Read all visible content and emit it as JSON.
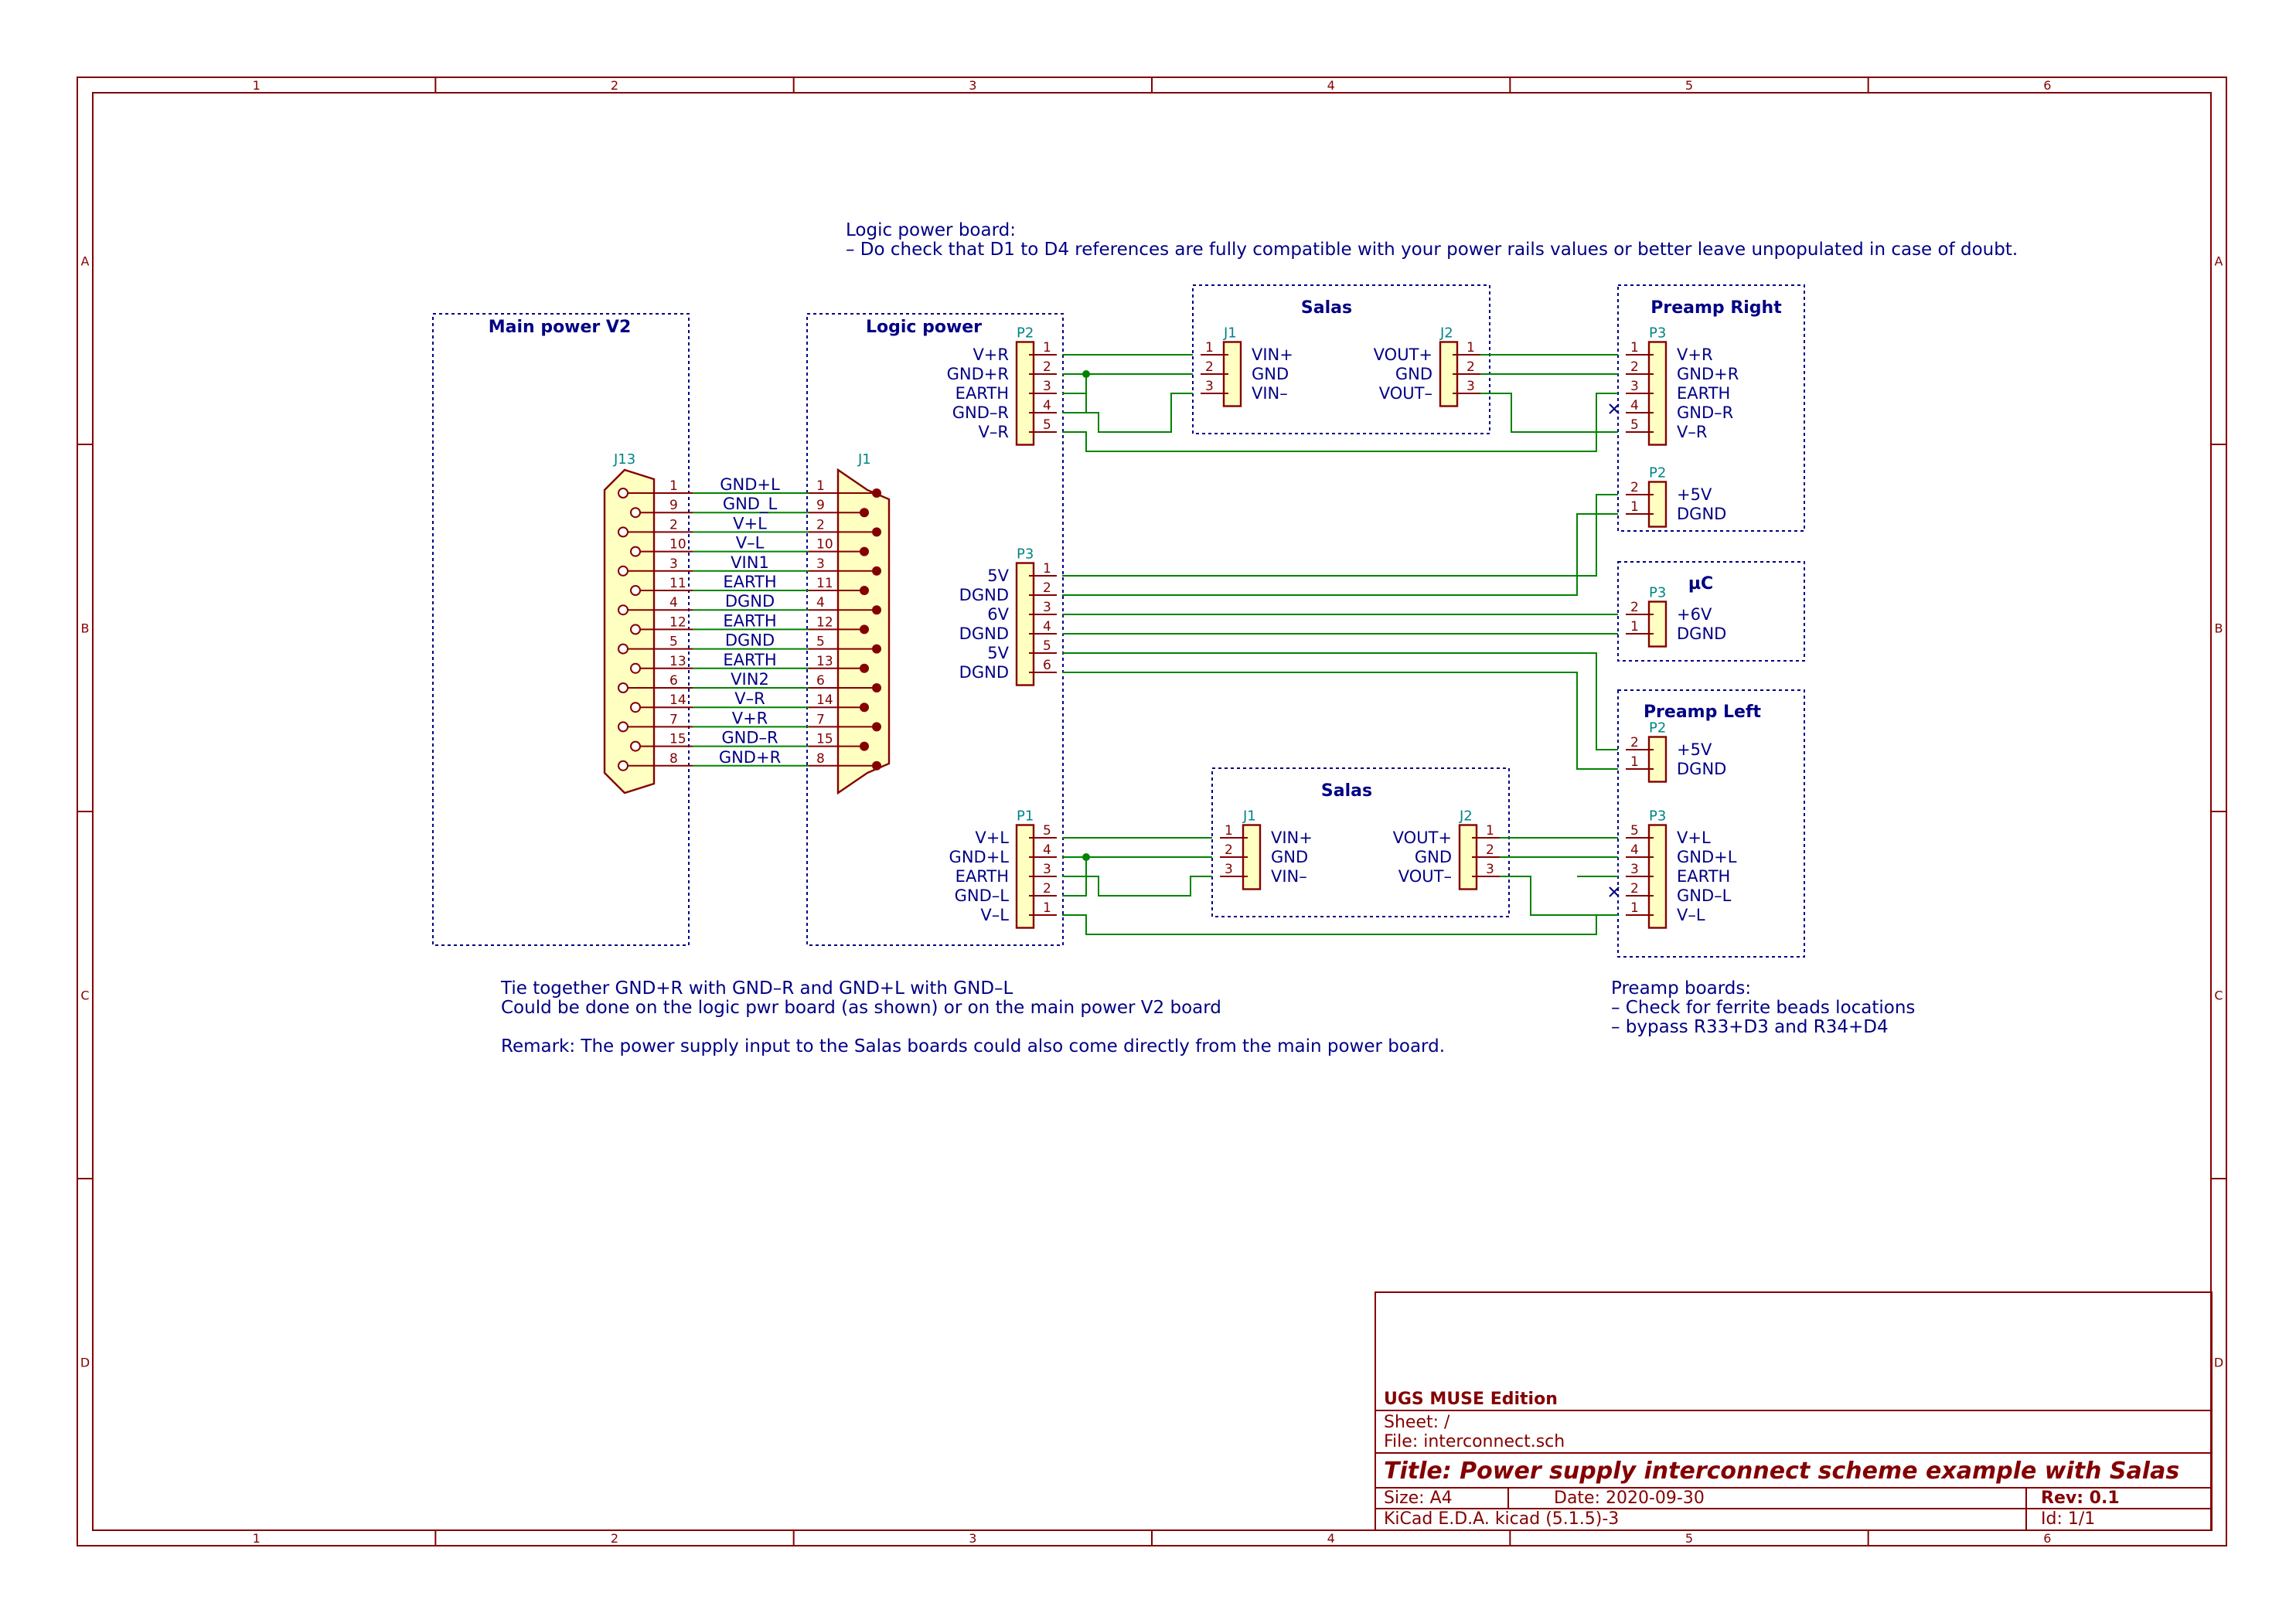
{
  "frame": {
    "columns": [
      "1",
      "2",
      "3",
      "4",
      "5",
      "6"
    ],
    "rows": [
      "A",
      "B",
      "C",
      "D"
    ]
  },
  "notes": {
    "logic_title": "Logic power board:",
    "logic_line": "– Do check that D1 to D4 references are fully compatible with your power rails values or better leave unpopulated in case of doubt.",
    "tie1": "Tie together GND+R with GND–R and GND+L with GND–L",
    "tie2": "Could be done on the logic pwr board (as shown) or on the main power V2 board",
    "remark": "Remark: The power supply input to the Salas boards could also come directly from the main power board.",
    "preamp_title": "Preamp boards:",
    "preamp_l1": "– Check for ferrite beads locations",
    "preamp_l2": "– bypass R33+D3 and R34+D4"
  },
  "sheets": {
    "main_power": "Main power V2",
    "logic_power": "Logic power",
    "salas_top": "Salas",
    "salas_bottom": "Salas",
    "preamp_right": "Preamp Right",
    "uc": "µC",
    "preamp_left": "Preamp Left"
  },
  "db15": {
    "left_ref": "J13",
    "right_ref": "J1",
    "pins": [
      {
        "num": "1",
        "sig": "GND+L"
      },
      {
        "num": "9",
        "sig": "GND_L"
      },
      {
        "num": "2",
        "sig": "V+L"
      },
      {
        "num": "10",
        "sig": "V–L"
      },
      {
        "num": "3",
        "sig": "VIN1"
      },
      {
        "num": "11",
        "sig": "EARTH"
      },
      {
        "num": "4",
        "sig": "DGND"
      },
      {
        "num": "12",
        "sig": "EARTH"
      },
      {
        "num": "5",
        "sig": "DGND"
      },
      {
        "num": "13",
        "sig": "EARTH"
      },
      {
        "num": "6",
        "sig": "VIN2"
      },
      {
        "num": "14",
        "sig": "V–R"
      },
      {
        "num": "7",
        "sig": "V+R"
      },
      {
        "num": "15",
        "sig": "GND–R"
      },
      {
        "num": "8",
        "sig": "GND+R"
      }
    ]
  },
  "logic_p2": {
    "ref": "P2",
    "labels": [
      "V+R",
      "GND+R",
      "EARTH",
      "GND–R",
      "V–R"
    ],
    "nums": [
      "1",
      "2",
      "3",
      "4",
      "5"
    ]
  },
  "logic_p3": {
    "ref": "P3",
    "labels": [
      "5V",
      "DGND",
      "6V",
      "DGND",
      "5V",
      "DGND"
    ],
    "nums": [
      "1",
      "2",
      "3",
      "4",
      "5",
      "6"
    ]
  },
  "logic_p1": {
    "ref": "P1",
    "labels": [
      "V+L",
      "GND+L",
      "EARTH",
      "GND–L",
      "V–L"
    ],
    "nums": [
      "5",
      "4",
      "3",
      "2",
      "1"
    ]
  },
  "salas_top_j1": {
    "ref": "J1",
    "labels": [
      "VIN+",
      "GND",
      "VIN–"
    ],
    "nums": [
      "1",
      "2",
      "3"
    ]
  },
  "salas_top_j2": {
    "ref": "J2",
    "labels": [
      "VOUT+",
      "GND",
      "VOUT–"
    ],
    "nums": [
      "1",
      "2",
      "3"
    ]
  },
  "salas_bot_j1": {
    "ref": "J1",
    "labels": [
      "VIN+",
      "GND",
      "VIN–"
    ],
    "nums": [
      "1",
      "2",
      "3"
    ]
  },
  "salas_bot_j2": {
    "ref": "J2",
    "labels": [
      "VOUT+",
      "GND",
      "VOUT–"
    ],
    "nums": [
      "1",
      "2",
      "3"
    ]
  },
  "pr_p3": {
    "ref": "P3",
    "labels": [
      "V+R",
      "GND+R",
      "EARTH",
      "GND–R",
      "V–R"
    ],
    "nums": [
      "1",
      "2",
      "3",
      "4",
      "5"
    ]
  },
  "pr_p2": {
    "ref": "P2",
    "labels": [
      "+5V",
      "DGND"
    ],
    "nums": [
      "2",
      "1"
    ]
  },
  "uc_p3": {
    "ref": "P3",
    "labels": [
      "+6V",
      "DGND"
    ],
    "nums": [
      "2",
      "1"
    ]
  },
  "pl_p2": {
    "ref": "P2",
    "labels": [
      "+5V",
      "DGND"
    ],
    "nums": [
      "2",
      "1"
    ]
  },
  "pl_p3": {
    "ref": "P3",
    "labels": [
      "V+L",
      "GND+L",
      "EARTH",
      "GND–L",
      "V–L"
    ],
    "nums": [
      "5",
      "4",
      "3",
      "2",
      "1"
    ]
  },
  "title_block": {
    "edition": "UGS MUSE Edition",
    "sheet": "Sheet: /",
    "file": "File: interconnect.sch",
    "title": "Title: Power supply interconnect scheme example with Salas",
    "size": "Size: A4",
    "date": "Date: 2020-09-30",
    "rev": "Rev: 0.1",
    "tool": "KiCad E.D.A.  kicad (5.1.5)-3",
    "id": "Id: 1/1"
  }
}
